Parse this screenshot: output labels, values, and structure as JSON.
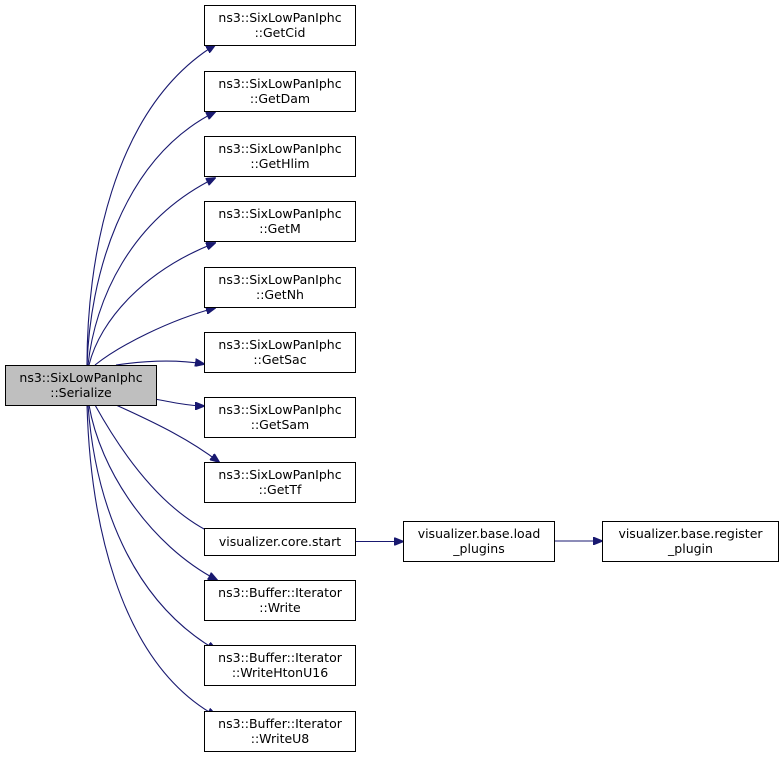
{
  "diagram": {
    "title": "",
    "edge_color": "#191970",
    "root_fill": "#bfbfbf",
    "node_fill": "#ffffff",
    "nodes": [
      {
        "id": "root",
        "lines": [
          "ns3::SixLowPanIphc",
          "::Serialize"
        ],
        "root": true
      },
      {
        "id": "getcid",
        "lines": [
          "ns3::SixLowPanIphc",
          "::GetCid"
        ]
      },
      {
        "id": "getdam",
        "lines": [
          "ns3::SixLowPanIphc",
          "::GetDam"
        ]
      },
      {
        "id": "gethlim",
        "lines": [
          "ns3::SixLowPanIphc",
          "::GetHlim"
        ]
      },
      {
        "id": "getm",
        "lines": [
          "ns3::SixLowPanIphc",
          "::GetM"
        ]
      },
      {
        "id": "getnh",
        "lines": [
          "ns3::SixLowPanIphc",
          "::GetNh"
        ]
      },
      {
        "id": "getsac",
        "lines": [
          "ns3::SixLowPanIphc",
          "::GetSac"
        ]
      },
      {
        "id": "getsam",
        "lines": [
          "ns3::SixLowPanIphc",
          "::GetSam"
        ]
      },
      {
        "id": "gettf",
        "lines": [
          "ns3::SixLowPanIphc",
          "::GetTf"
        ]
      },
      {
        "id": "vizcorestart",
        "lines": [
          "visualizer.core.start"
        ]
      },
      {
        "id": "write",
        "lines": [
          "ns3::Buffer::Iterator",
          "::Write"
        ]
      },
      {
        "id": "writehtonu16",
        "lines": [
          "ns3::Buffer::Iterator",
          "::WriteHtonU16"
        ]
      },
      {
        "id": "writeu8",
        "lines": [
          "ns3::Buffer::Iterator",
          "::WriteU8"
        ]
      },
      {
        "id": "loadplugins",
        "lines": [
          "visualizer.base.load",
          "_plugins"
        ]
      },
      {
        "id": "registerplugin",
        "lines": [
          "visualizer.base.register",
          "_plugin"
        ]
      }
    ],
    "edges": [
      {
        "from": "root",
        "to": "getcid"
      },
      {
        "from": "root",
        "to": "getdam"
      },
      {
        "from": "root",
        "to": "gethlim"
      },
      {
        "from": "root",
        "to": "getm"
      },
      {
        "from": "root",
        "to": "getnh"
      },
      {
        "from": "root",
        "to": "getsac"
      },
      {
        "from": "root",
        "to": "getsam"
      },
      {
        "from": "root",
        "to": "gettf"
      },
      {
        "from": "root",
        "to": "vizcorestart"
      },
      {
        "from": "root",
        "to": "write"
      },
      {
        "from": "root",
        "to": "writehtonu16"
      },
      {
        "from": "root",
        "to": "writeu8"
      },
      {
        "from": "vizcorestart",
        "to": "loadplugins"
      },
      {
        "from": "loadplugins",
        "to": "registerplugin"
      }
    ]
  }
}
